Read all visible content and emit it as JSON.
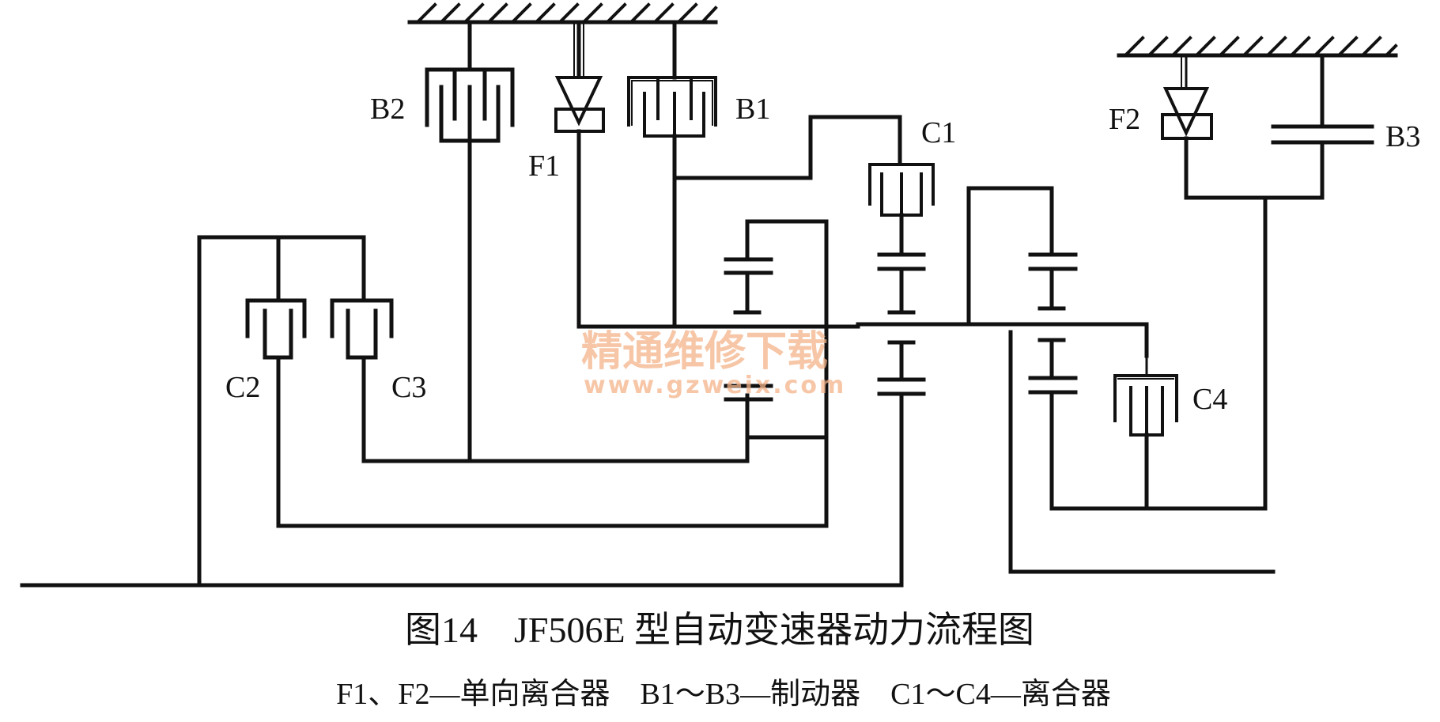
{
  "labels": {
    "B2": "B2",
    "F1": "F1",
    "B1": "B1",
    "C1": "C1",
    "F2": "F2",
    "B3": "B3",
    "C2": "C2",
    "C3": "C3",
    "C4": "C4"
  },
  "watermark": {
    "line1": "精通维修下载",
    "line2": "www.gzweix.com"
  },
  "caption": {
    "title": "图14　JF506E 型自动变速器动力流程图",
    "legend": "F1、F2—单向离合器　B1～B3—制动器　C1～C4—离合器"
  },
  "colors": {
    "line": "#111111",
    "watermark": "#f4b48a"
  }
}
